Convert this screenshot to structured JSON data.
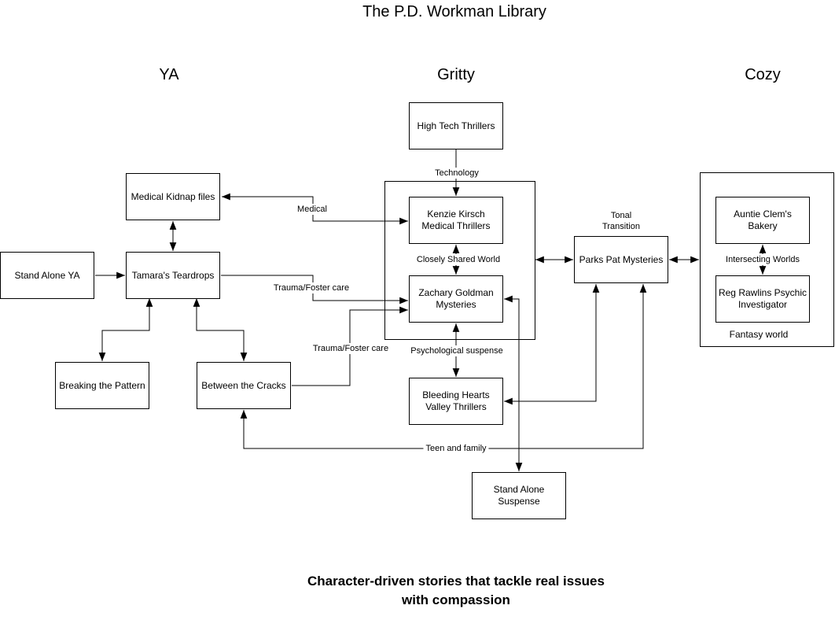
{
  "title": "The P.D. Workman Library",
  "tagline": "Character-driven stories that tackle real issues with compassion",
  "columns": {
    "ya": "YA",
    "gritty": "Gritty",
    "cozy": "Cozy"
  },
  "nodes": {
    "high_tech_thrillers": "High Tech Thrillers",
    "medical_kidnap_files": "Medical Kidnap files",
    "kenzie_kirsch": "Kenzie Kirsch Medical Thrillers",
    "auntie_clems_bakery": "Auntie Clem's Bakery",
    "stand_alone_ya": "Stand Alone YA",
    "tamaras_teardrops": "Tamara's Teardrops",
    "parks_pat_mysteries": "Parks Pat Mysteries",
    "zachary_goldman": "Zachary Goldman Mysteries",
    "reg_rawlins": "Reg Rawlins Psychic Investigator",
    "breaking_the_pattern": "Breaking the Pattern",
    "between_the_cracks": "Between the Cracks",
    "bleeding_hearts": "Bleeding Hearts Valley Thrillers",
    "stand_alone_suspense": "Stand Alone Suspense"
  },
  "edge_labels": {
    "technology": "Technology",
    "medical": "Medical",
    "closely_shared_world": "Closely Shared World",
    "tonal_transition": "Tonal\nTransition",
    "trauma_foster_care_1": "Trauma/Foster care",
    "trauma_foster_care_2": "Trauma/Foster care",
    "psychological_suspense": "Psychological suspense",
    "intersecting_worlds": "Intersecting Worlds",
    "teen_and_family": "Teen and family"
  },
  "group_labels": {
    "fantasy_world": "Fantasy world"
  },
  "colors": {
    "background": "#ffffff",
    "line": "#000000",
    "text": "#000000",
    "node_fill": "#ffffff"
  }
}
